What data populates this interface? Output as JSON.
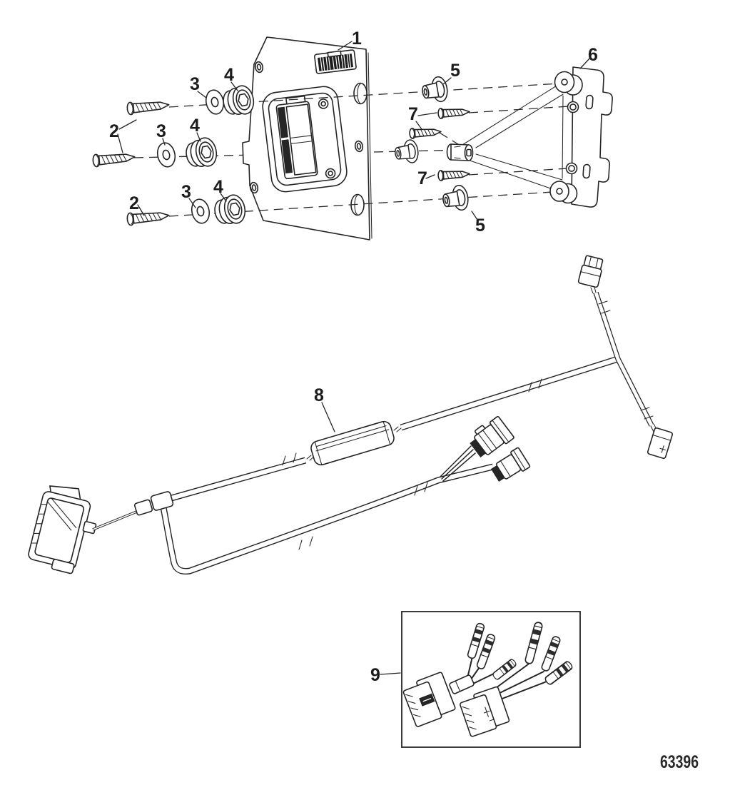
{
  "page": {
    "background": "#ffffff",
    "line_color": "#242424"
  },
  "diagram": {
    "type": "exploded-parts-diagram",
    "drawing_number": "63396",
    "callouts": {
      "part1": "1",
      "part2": "2",
      "part3": "3",
      "part4": "4",
      "part5": "5",
      "part6": "6",
      "part7": "7",
      "part8": "8",
      "part9": "9"
    }
  }
}
